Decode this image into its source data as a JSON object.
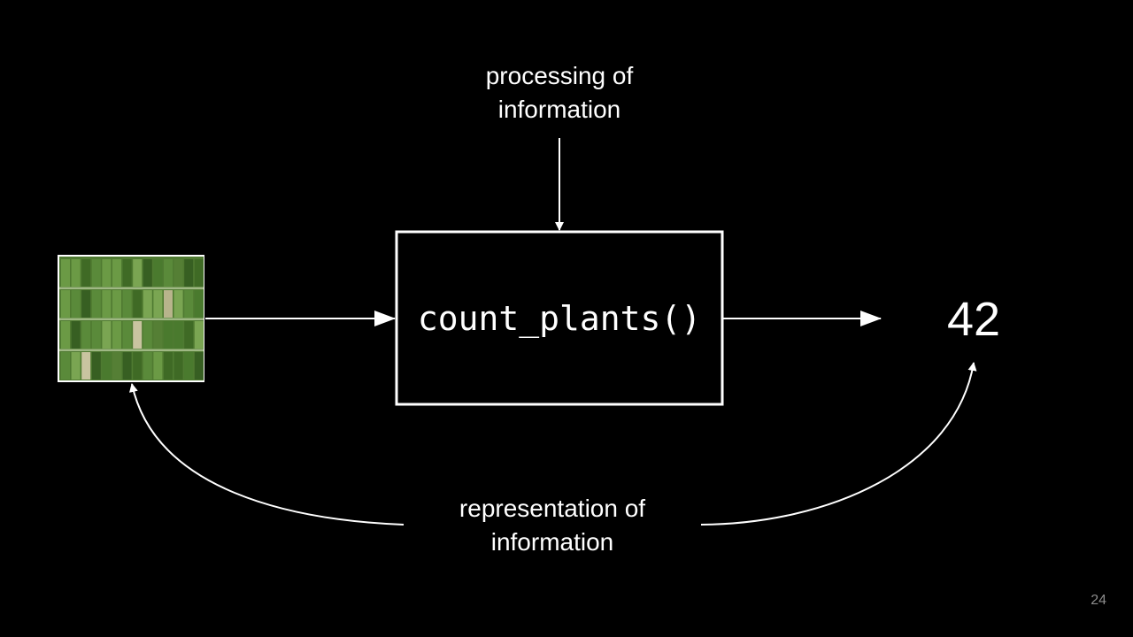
{
  "diagram": {
    "top_label_line1": "processing of",
    "top_label_line2": "information",
    "function_label": "count_plants()",
    "output_value": "42",
    "bottom_label_line1": "representation of",
    "bottom_label_line2": "information"
  },
  "slide": {
    "number": "24"
  },
  "colors": {
    "background": "#000000",
    "foreground": "#ffffff",
    "slide_number": "#8c8c8c",
    "field_green": "#4f7a31"
  },
  "icons": {
    "input_image": "aerial-field-image"
  }
}
